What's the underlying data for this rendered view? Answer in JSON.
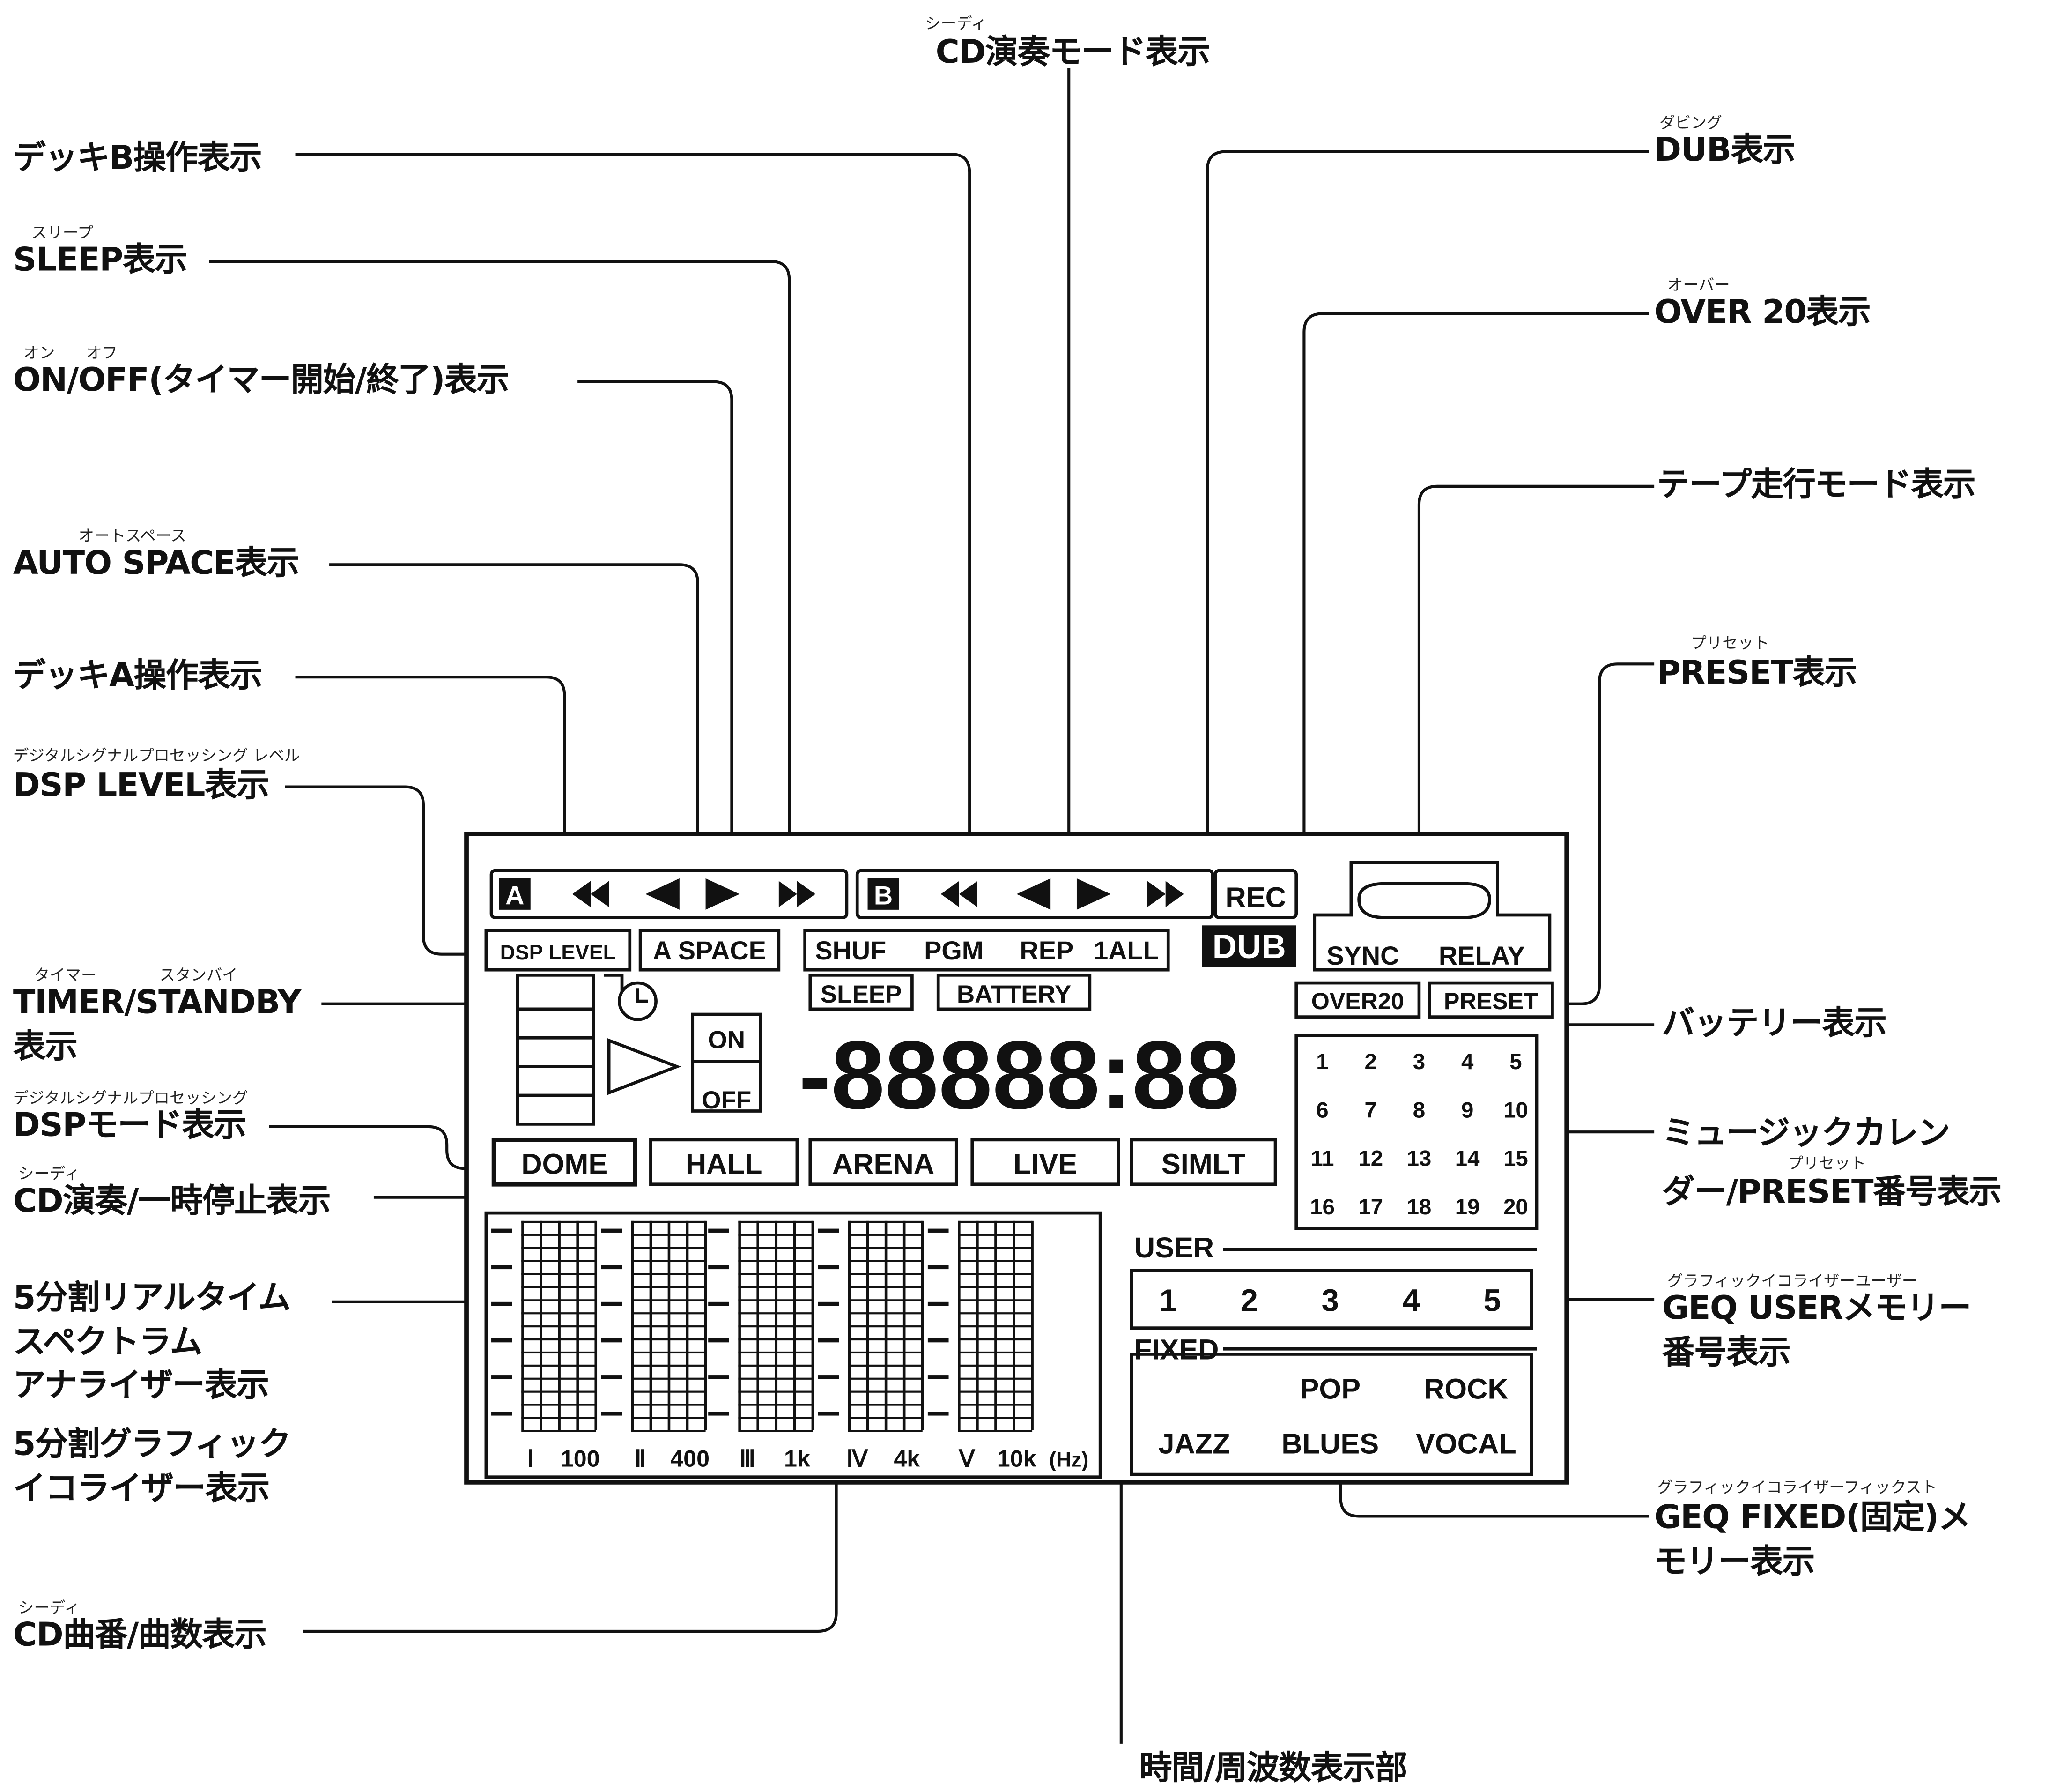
{
  "labels": {
    "cd_mode": {
      "text": "CD演奏モード表示",
      "ruby": "シーディ"
    },
    "deck_b": {
      "text": "デッキB操作表示"
    },
    "sleep": {
      "text": "SLEEP表示",
      "ruby": "スリープ"
    },
    "onoff": {
      "text": "ON/OFF(タイマー開始/終了)表示",
      "ruby": "オン　　オフ"
    },
    "auto_space": {
      "text": "AUTO SPACE表示",
      "ruby": "オートスペース"
    },
    "deck_a": {
      "text": "デッキA操作表示"
    },
    "dsp_level": {
      "text": "DSP LEVEL表示",
      "ruby": "デジタルシグナルプロセッシング レベル"
    },
    "timer_standby": {
      "line1": "TIMER/STANDBY",
      "line2": "表示",
      "ruby": "タイマー　　　　スタンバイ"
    },
    "dsp_mode": {
      "text": "DSPモード表示",
      "ruby": "デジタルシグナルプロセッシング"
    },
    "cd_play": {
      "text": "CD演奏/一時停止表示",
      "ruby": "シーディ"
    },
    "analyzer": {
      "line1": "5分割リアルタイム",
      "line2": "スペクトラム",
      "line3": "アナライザー表示"
    },
    "geq": {
      "line1": "5分割グラフィック",
      "line2": "イコライザー表示"
    },
    "cd_track": {
      "text": "CD曲番/曲数表示",
      "ruby": "シーディ"
    },
    "time_freq": {
      "text": "時間/周波数表示部"
    },
    "dub": {
      "text": "DUB表示",
      "ruby": "ダビング"
    },
    "over20": {
      "text": "OVER 20表示",
      "ruby": "オーバー"
    },
    "tape_mode": {
      "text": "テープ走行モード表示"
    },
    "preset": {
      "text": "PRESET表示",
      "ruby": "プリセット"
    },
    "battery": {
      "text": "バッテリー表示"
    },
    "music_cal": {
      "line1": "ミュージックカレン",
      "line2": "ダー/PRESET番号表示",
      "ruby": "プリセット"
    },
    "geq_user": {
      "line1": "GEQ USERメモリー",
      "line2": "番号表示",
      "ruby": "グラフィックイコライザーユーザー"
    },
    "geq_fixed": {
      "line1": "GEQ FIXED(固定)メ",
      "line2": "モリー表示",
      "ruby": "グラフィックイコライザーフィックスト"
    }
  },
  "panel": {
    "deck_a_letter": "A",
    "deck_b_letter": "B",
    "rec": "REC",
    "dub": "DUB",
    "dsp_level": "DSP LEVEL",
    "a_space": "A SPACE",
    "shuf": "SHUF",
    "pgm": "PGM",
    "rep": "REP",
    "one_all": "1ALL",
    "sleep": "SLEEP",
    "battery": "BATTERY",
    "sync": "SYNC",
    "relay": "RELAY",
    "over20": "OVER20",
    "preset": "PRESET",
    "on": "ON",
    "off": "OFF",
    "dsp_modes": [
      "DOME",
      "HALL",
      "ARENA",
      "LIVE",
      "SIMLT"
    ],
    "calendar": [
      "1",
      "2",
      "3",
      "4",
      "5",
      "6",
      "7",
      "8",
      "9",
      "10",
      "11",
      "12",
      "13",
      "14",
      "15",
      "16",
      "17",
      "18",
      "19",
      "20"
    ],
    "user": "USER",
    "user_nums": [
      "1",
      "2",
      "3",
      "4",
      "5"
    ],
    "fixed": "FIXED",
    "fixed_modes": [
      "POP",
      "ROCK",
      "JAZZ",
      "BLUES",
      "VOCAL"
    ],
    "bands": [
      {
        "roman": "Ⅰ",
        "freq": "100"
      },
      {
        "roman": "Ⅱ",
        "freq": "400"
      },
      {
        "roman": "Ⅲ",
        "freq": "1k"
      },
      {
        "roman": "Ⅳ",
        "freq": "4k"
      },
      {
        "roman": "Ⅴ",
        "freq": "10k"
      }
    ],
    "hz": "(Hz)"
  }
}
